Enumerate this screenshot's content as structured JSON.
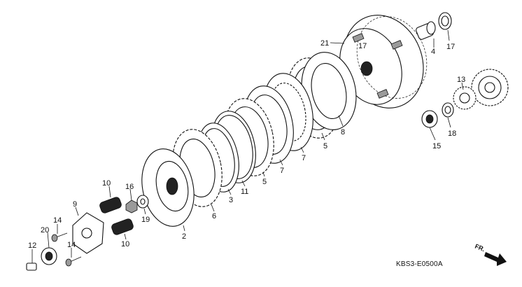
{
  "callouts": {
    "c21": "21",
    "c17a": "17",
    "c4": "4",
    "c17b": "17",
    "c13": "13",
    "c8": "8",
    "c5a": "5",
    "c7a": "7",
    "c7b": "7",
    "c18": "18",
    "c15": "15",
    "c5b": "5",
    "c11": "11",
    "c3": "3",
    "c6": "6",
    "c2": "2",
    "c10a": "10",
    "c16": "16",
    "c19": "19",
    "c9": "9",
    "c10b": "10",
    "c14a": "14",
    "c14b": "14",
    "c20": "20",
    "c12": "12"
  },
  "diagram_code": "KBS3-E0500A",
  "direction_label": "FR."
}
